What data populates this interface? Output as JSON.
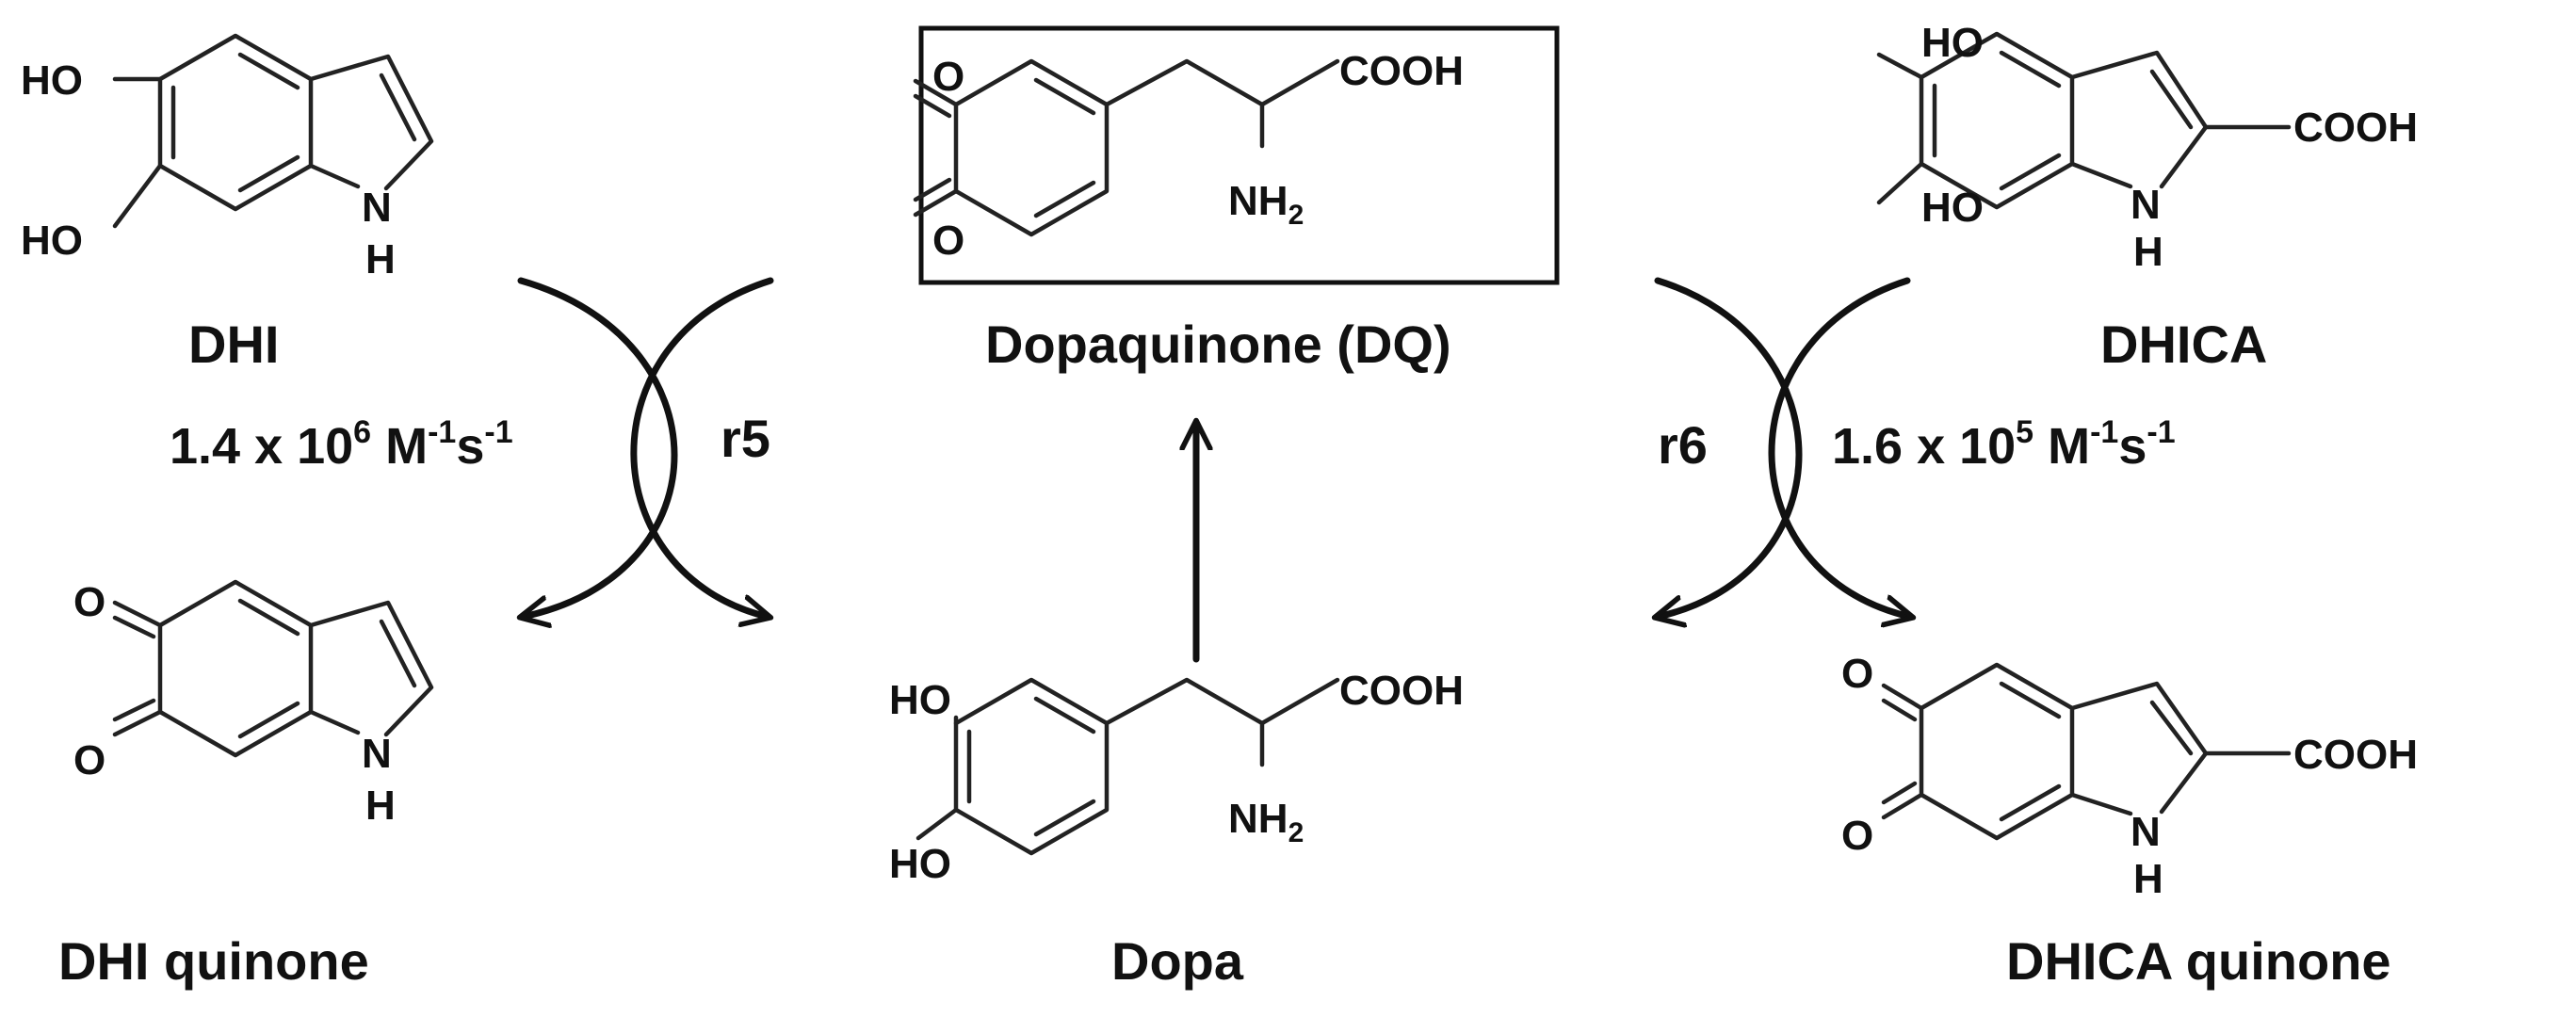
{
  "compounds": {
    "dhi": {
      "name": "DHI",
      "atoms": {
        "oh_top": "HO",
        "oh_bottom": "HO",
        "nh_n": "N",
        "nh_h": "H"
      }
    },
    "dq": {
      "name": "Dopaquinone (DQ)",
      "atoms": {
        "o_top": "O",
        "o_bottom": "O",
        "cooh": "COOH",
        "nh2_main": "NH",
        "nh2_sub": "2"
      }
    },
    "dhica": {
      "name": "DHICA",
      "atoms": {
        "oh_top": "HO",
        "oh_bottom": "HO",
        "nh_n": "N",
        "nh_h": "H",
        "cooh": "COOH"
      }
    },
    "dhi_quinone": {
      "name": "DHI quinone",
      "atoms": {
        "o_top": "O",
        "o_bottom": "O",
        "nh_n": "N",
        "nh_h": "H"
      }
    },
    "dopa": {
      "name": "Dopa",
      "atoms": {
        "oh_top": "HO",
        "oh_bottom": "HO",
        "cooh": "COOH",
        "nh2_main": "NH",
        "nh2_sub": "2"
      }
    },
    "dhica_quinone": {
      "name": "DHICA quinone",
      "atoms": {
        "o_top": "O",
        "o_bottom": "O",
        "nh_n": "N",
        "nh_h": "H",
        "cooh": "COOH"
      }
    }
  },
  "reactions": {
    "r5": {
      "label": "r5",
      "rate": {
        "base": "1.4 x 10",
        "exp1": "6",
        "unit1": " M",
        "exp2": "-1",
        "unit2": "s",
        "exp3": "-1"
      }
    },
    "r6": {
      "label": "r6",
      "rate": {
        "base": "1.6 x 10",
        "exp1": "5",
        "unit1": " M",
        "exp2": "-1",
        "unit2": "s",
        "exp3": "-1"
      }
    }
  }
}
